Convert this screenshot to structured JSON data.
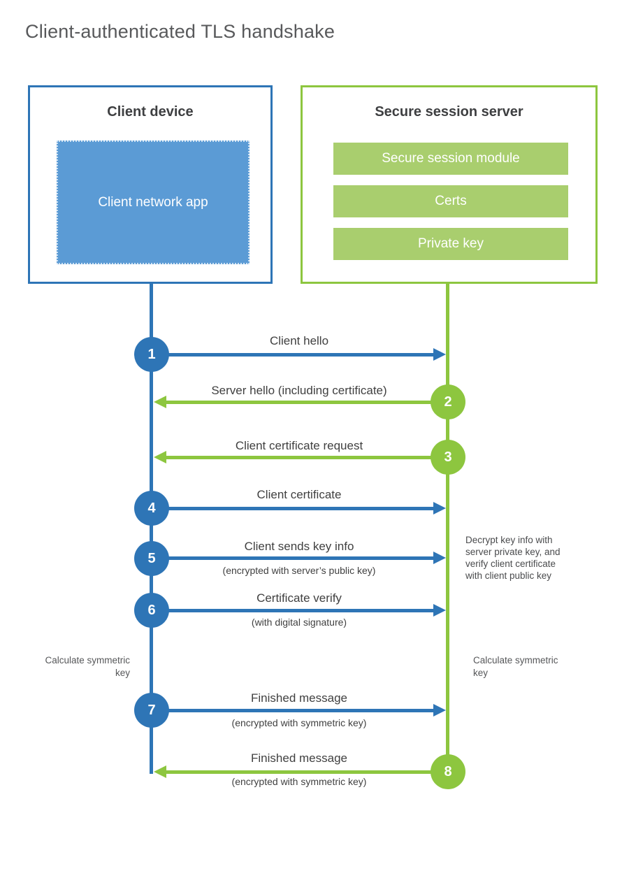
{
  "title": "Client-authenticated TLS handshake",
  "colors": {
    "blue": "#2E75B6",
    "blue_fill": "#5B9BD5",
    "green": "#8DC63F",
    "green_fill": "#A9CE6E",
    "text_dark": "#404040",
    "text_gray": "#58595B"
  },
  "client": {
    "title": "Client device",
    "app_label": "Client network app"
  },
  "server": {
    "title": "Secure session server",
    "modules": [
      {
        "label": "Secure session module"
      },
      {
        "label": "Certs"
      },
      {
        "label": "Private key"
      }
    ]
  },
  "steps": [
    {
      "num": "1",
      "direction": "client-to-server",
      "label": "Client hello",
      "sub": ""
    },
    {
      "num": "2",
      "direction": "server-to-client",
      "label": "Server hello (including certificate)",
      "sub": ""
    },
    {
      "num": "3",
      "direction": "server-to-client",
      "label": "Client certificate request",
      "sub": ""
    },
    {
      "num": "4",
      "direction": "client-to-server",
      "label": "Client certificate",
      "sub": ""
    },
    {
      "num": "5",
      "direction": "client-to-server",
      "label": "Client sends key info",
      "sub": "(encrypted with server’s public key)"
    },
    {
      "num": "6",
      "direction": "client-to-server",
      "label": "Certificate verify",
      "sub": "(with digital signature)"
    },
    {
      "num": "7",
      "direction": "client-to-server",
      "label": "Finished message",
      "sub": "(encrypted with symmetric key)"
    },
    {
      "num": "8",
      "direction": "server-to-client",
      "label": "Finished message",
      "sub": "(encrypted with symmetric key)"
    }
  ],
  "notes": {
    "server_side": "Decrypt key info with server private key, and verify client certificate with client public key",
    "calc_left": "Calculate symmetric key",
    "calc_right": "Calculate symmetric key"
  }
}
